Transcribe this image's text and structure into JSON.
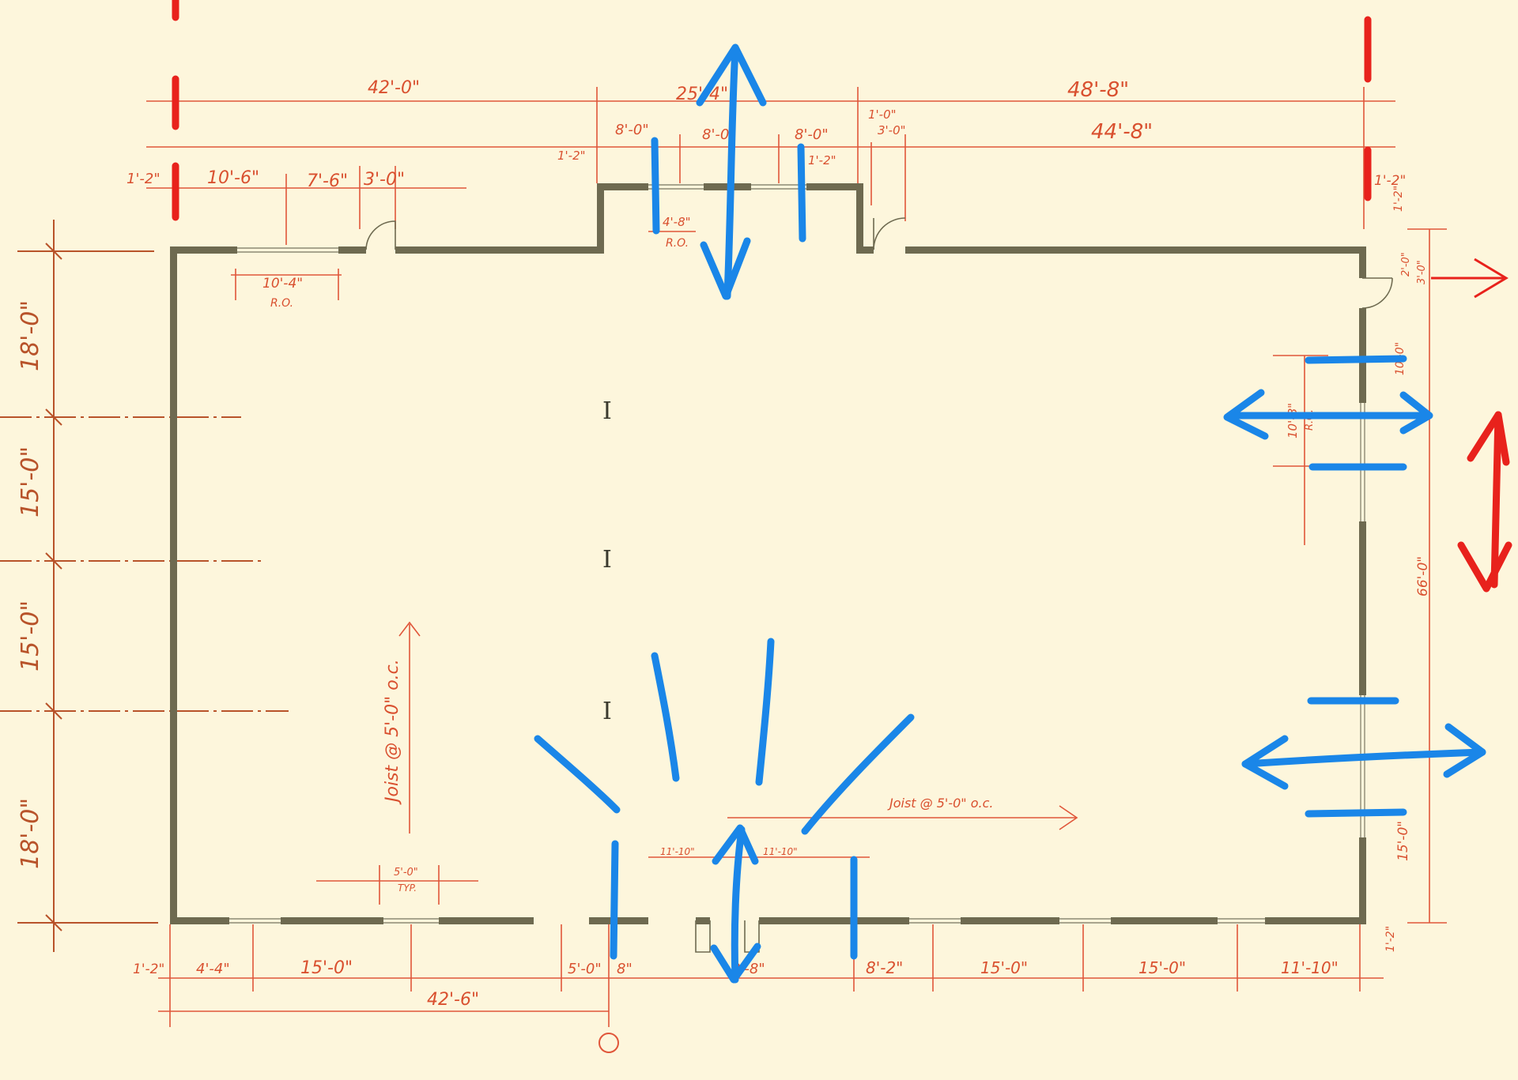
{
  "plan": {
    "top": {
      "overall_left": "42'-0\"",
      "overall_mid": "25'-4\"",
      "overall_right": "48'-8\"",
      "right_run": "44'-8\"",
      "bay_left": "8'-0\"",
      "bay_mid": "8'-0\"",
      "bay_right": "8'-0\"",
      "offset_a": "1'-2\"",
      "offset_b": "1'-2\"",
      "door_a": "1'-0\"",
      "door_b": "3'-0\"",
      "seg_1": "1'-2\"",
      "seg_2": "10'-6\"",
      "seg_3": "7'-6\"",
      "seg_4": "3'-0\"",
      "corner_right": "1'-2\"",
      "ro_left": "10'-4\"",
      "ro_left_sub": "R.O.",
      "ro_mid": "4'-8\"",
      "ro_mid_sub": "R.O."
    },
    "left": {
      "bay_1": "18'-0\"",
      "bay_2": "15'-0\"",
      "bay_3": "15'-0\"",
      "bay_4": "18'-0\""
    },
    "right": {
      "top_1": "1'-2\"",
      "top_2": "2'-0\"",
      "top_3": "3'-0\"",
      "win": "10'-0\"",
      "ro": "10'-8\"",
      "ro_sub": "R.O.",
      "overall": "66'-0\"",
      "lower": "15'-0\"",
      "corner": "1'-2\""
    },
    "bottom": {
      "seg_1": "1'-2\"",
      "seg_2": "4'-4\"",
      "seg_3": "15'-0\"",
      "seg_4": "5'-0\"",
      "seg_5": "8\"",
      "seg_6": "8'-8\"",
      "seg_7": "8'-2\"",
      "seg_8": "15'-0\"",
      "seg_9": "15'-0\"",
      "seg_10": "11'-10\"",
      "overall": "42'-6\"",
      "door_a": "11'-10\"",
      "door_b": "11'-10\"",
      "typ": "5'-0\"",
      "typ_sub": "TYP."
    },
    "notes": {
      "joist_vertical": "Joist @ 5'-0\" o.c.",
      "joist_horizontal": "Joist @ 5'-0\" o.c."
    }
  },
  "colors": {
    "paper": "#fdf6dc",
    "wall": "#6e6a50",
    "dimension": "#e0563a",
    "markup_blue": "#1a86e8",
    "markup_red": "#e8221c"
  }
}
